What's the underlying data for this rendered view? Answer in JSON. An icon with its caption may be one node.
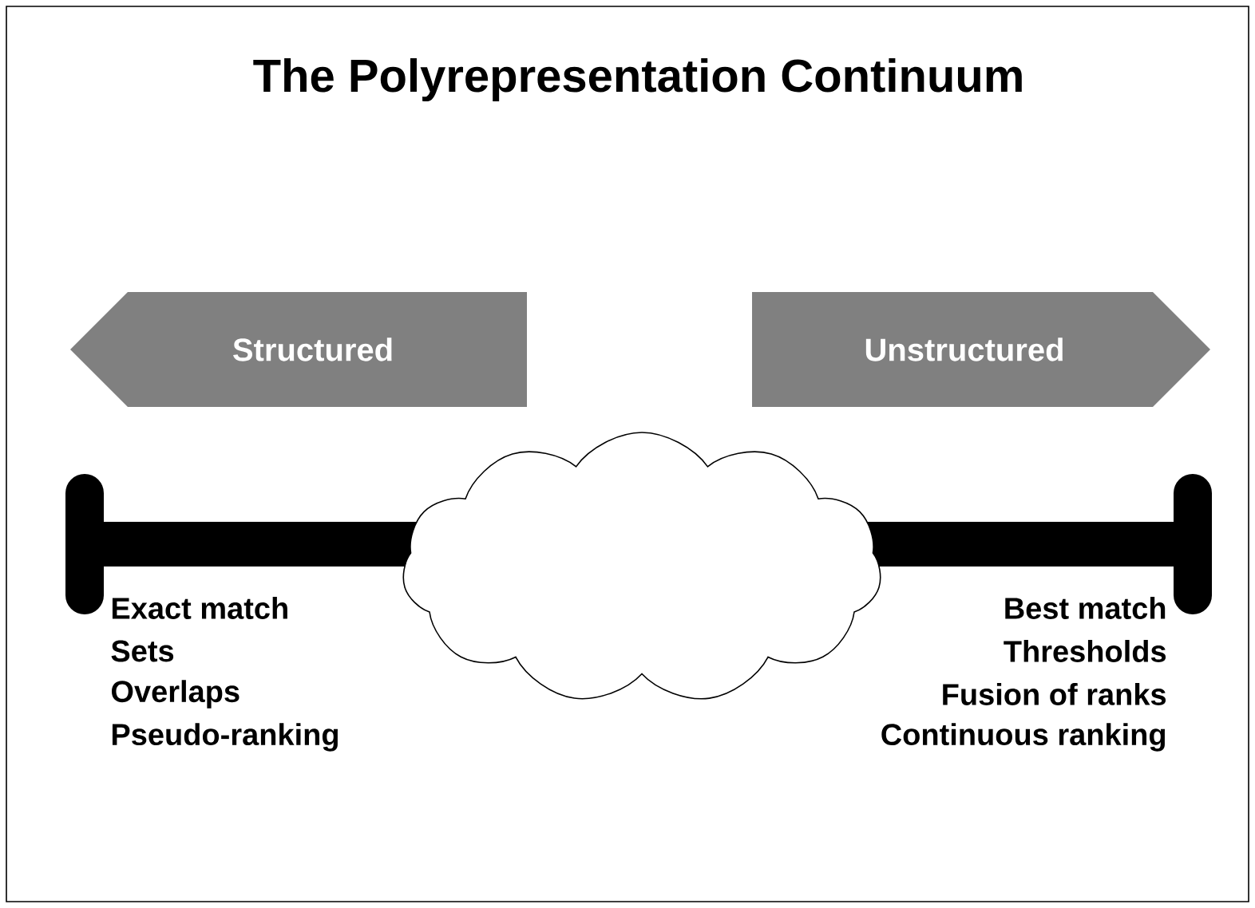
{
  "diagram": {
    "title": "The Polyrepresentation Continuum",
    "nodes": [
      {
        "text": [
          "Structured"
        ]
      },
      {
        "text": [
          "Unstructured"
        ]
      },
      {
        "text": [],
        "shape": "cloud"
      }
    ],
    "edges": [],
    "labels": [
      "Exact match",
      "Sets",
      "Overlaps",
      "Pseudo-ranking",
      "Best match",
      "Thresholds",
      "Fusion of ranks",
      "Continuous ranking"
    ]
  }
}
